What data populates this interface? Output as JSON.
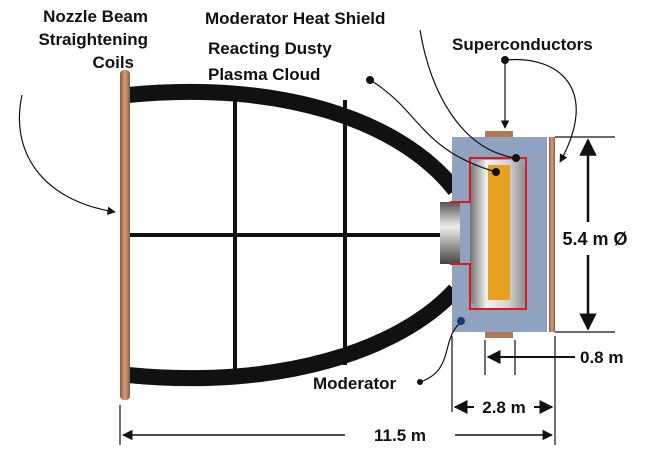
{
  "labels": {
    "nozzle_line1": "Nozzle Beam",
    "nozzle_line2": "Straightening",
    "nozzle_line3": "Coils",
    "heat_shield": "Moderator Heat Shield",
    "plasma_line1": "Reacting Dusty",
    "plasma_line2": "Plasma Cloud",
    "superconductors": "Superconductors",
    "moderator": "Moderator"
  },
  "dimensions": {
    "diameter": "5.4 m Ø",
    "coil_width": "0.8 m",
    "chamber_length": "2.8 m",
    "total_length": "11.5 m"
  },
  "colors": {
    "moderator": "#8fa2c0",
    "heat_shield": "#e01818",
    "plasma": "#e8a020",
    "copper": "#b07a55",
    "nozzle": "#111111"
  }
}
